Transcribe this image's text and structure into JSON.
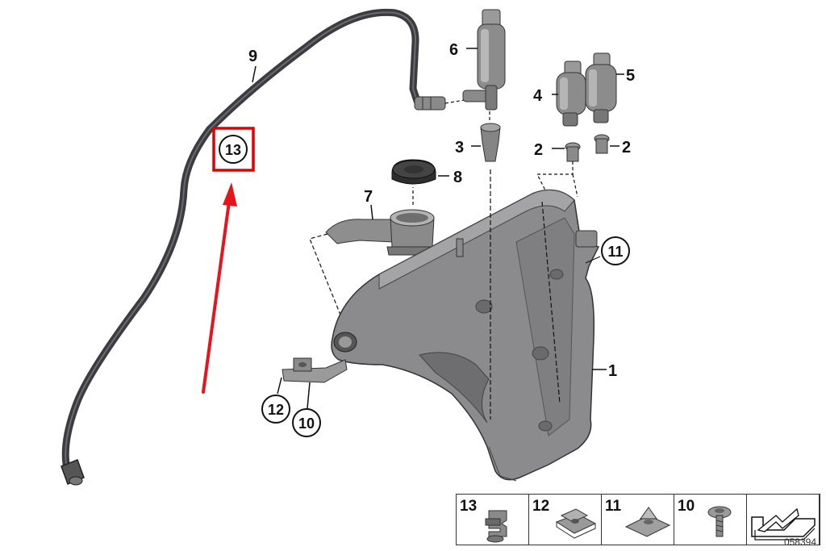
{
  "callouts": {
    "c1": "1",
    "c2a": "2",
    "c2b": "2",
    "c3": "3",
    "c4": "4",
    "c5": "5",
    "c6": "6",
    "c7": "7",
    "c8": "8",
    "c9": "9",
    "c10": "10",
    "c11": "11",
    "c12": "12",
    "c13": "13"
  },
  "highlight": {
    "target": "13",
    "box_color": "#e00000",
    "arrow_color": "#e8141b"
  },
  "legend": [
    {
      "num": "13",
      "icon": "clip-icon"
    },
    {
      "num": "12",
      "icon": "nut-clip-icon"
    },
    {
      "num": "11",
      "icon": "plate-nut-icon"
    },
    {
      "num": "10",
      "icon": "screw-icon"
    },
    {
      "num": "",
      "icon": "mounting-plate-arrow-icon"
    }
  ],
  "part_code": "058394"
}
